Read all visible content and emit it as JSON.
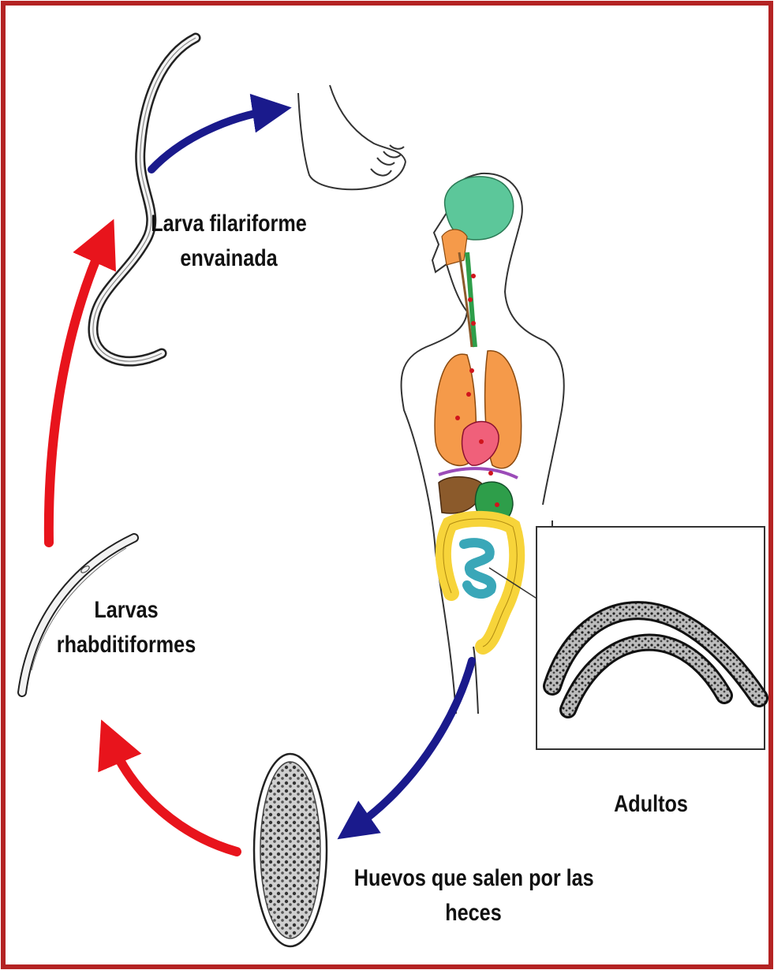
{
  "stages": {
    "filariform": {
      "line1": "Larva filariforme",
      "line2": "envainada"
    },
    "rhabditiform": {
      "line1": "Larvas",
      "line2": "rhabditiformes"
    },
    "adults": {
      "line1": "Adultos"
    },
    "eggs": {
      "line1": "Huevos que salen por las",
      "line2": "heces"
    }
  },
  "colors": {
    "frame": "#b42323",
    "arrow_blue": "#1a1a8c",
    "arrow_red": "#e8141c",
    "brain": "#5cc79a",
    "lungs": "#f59a4a",
    "heart": "#f0607a",
    "liver": "#8b5a2b",
    "stomach": "#2e9e4a",
    "colon": "#f7d43a",
    "small_intestine": "#3aa7b8",
    "diaphragm": "#9b4bb8"
  }
}
